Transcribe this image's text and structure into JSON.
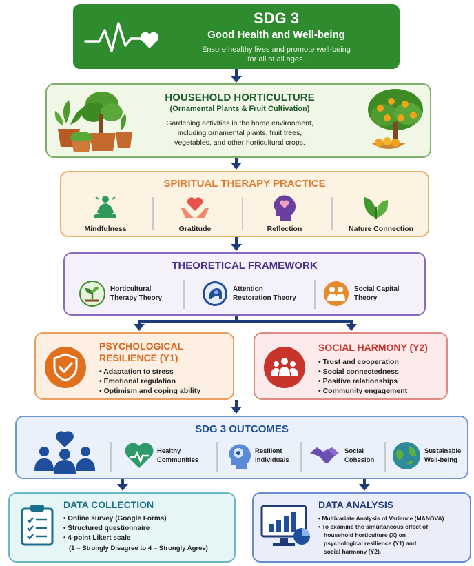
{
  "sdg3": {
    "title": "SDG 3",
    "subtitle": "Good Health and Well-being",
    "desc1": "Ensure healthy lives and promote well-being",
    "desc2": "for all at all ages."
  },
  "horticulture": {
    "title": "HOUSEHOLD HORTICULTURE",
    "subtitle": "(Ornamental Plants & Fruit Cultivation)",
    "desc1": "Gardening activities in the home environment,",
    "desc2": "including ornamental plants, fruit trees,",
    "desc3": "vegetables, and other horticultural crops."
  },
  "spiritual": {
    "title": "SPIRITUAL THERAPY PRACTICE",
    "items": [
      "Mindfulness",
      "Gratitude",
      "Reflection",
      "Nature Connection"
    ]
  },
  "framework": {
    "title": "THEORETICAL FRAMEWORK",
    "items": [
      {
        "line1": "Horticultural",
        "line2": "Therapy Theory"
      },
      {
        "line1": "Attention",
        "line2": "Restoration Theory"
      },
      {
        "line1": "Social Capital",
        "line2": "Theory"
      }
    ]
  },
  "resilience": {
    "title1": "PSYCHOLOGICAL",
    "title2": "RESILIENCE (Y1)",
    "bullets": [
      "Adaptation to stress",
      "Emotional regulation",
      "Optimism and coping ability"
    ]
  },
  "harmony": {
    "title": "SOCIAL HARMONY (Y2)",
    "bullets": [
      "Trust and cooperation",
      "Social connectedness",
      "Positive relationships",
      "Community engagement"
    ]
  },
  "outcomes": {
    "title": "SDG 3 OUTCOMES",
    "items": [
      {
        "line1": "Healthy",
        "line2": "Communities"
      },
      {
        "line1": "Resilient",
        "line2": "Individuals"
      },
      {
        "line1": "Social",
        "line2": "Cohesion"
      },
      {
        "line1": "Sustainable",
        "line2": "Well-being"
      }
    ]
  },
  "collection": {
    "title": "DATA COLLECTION",
    "bullets": [
      "Online survey (Google Forms)",
      "Structured questionnaire",
      "4-point Likert scale"
    ],
    "scale_note": "(1 = Strongly Disagree to 4 = Strongly Agree)"
  },
  "analysis": {
    "title": "DATA ANALYSIS",
    "bullet1": "Multivariate Analysis of Variance (MANOVA)",
    "bullet2_l1": "To examine the simultaneous effect of",
    "bullet2_l2": "household horticulture (X) on",
    "bullet2_l3": "psychological resilience (Y1) and",
    "bullet2_l4": "social harmony (Y2)."
  },
  "colors": {
    "sdg_green": "#2e8b2e",
    "horti_border": "#7fb069",
    "spiritual_orange": "#e07a2e",
    "framework_purple": "#4a2e8a",
    "resilience_orange": "#d9651f",
    "harmony_red": "#c8332c",
    "outcomes_blue": "#1f4e9c",
    "data_teal": "#1a6f8a"
  }
}
